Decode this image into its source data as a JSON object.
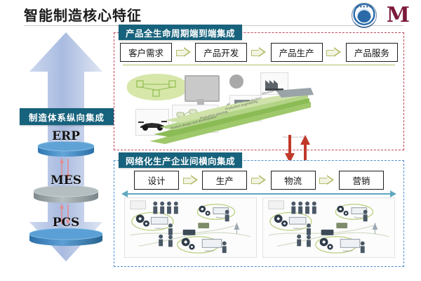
{
  "header": {
    "title": "智能制造核心特征",
    "logos": [
      {
        "name": "university-seal-logo",
        "text": "★★★★★"
      },
      {
        "name": "m-letter-logo",
        "text": "M"
      }
    ]
  },
  "vertical_integration": {
    "label": "制造体系纵向集成",
    "arrow_name": "double-headed-vertical-arrow",
    "layers": [
      {
        "label": "ERP",
        "color": "#4a90c4"
      },
      {
        "label": "MES",
        "color": "#9aa5a8"
      },
      {
        "label": "PCS",
        "color": "#3d86c0"
      }
    ]
  },
  "panels": [
    {
      "id": "lifecycle",
      "title": "产品全生命周期端到端集成",
      "border_color": "#c0465c",
      "steps": [
        "客户需求",
        "产品开发",
        "产品生产",
        "产品服务"
      ],
      "ramp_labels": [
        "Services",
        "Production",
        "Production engineering",
        "Production planning",
        "Product design and development"
      ],
      "credit": "Source: Siemens 2013"
    },
    {
      "id": "horizontal",
      "title": "网络化生产企业间横向集成",
      "border_color": "#4a8fd0",
      "steps": [
        "设计",
        "生产",
        "物流",
        "营销"
      ],
      "factory_labels": [
        "Factory 1",
        "Factory 2",
        "Factory 3"
      ],
      "arrow_name": "double-headed-horizontal-arrow"
    }
  ],
  "connectors": {
    "down_arrow_name": "red-down-connector-arrow",
    "up_arrow_name": "red-up-connector-arrow",
    "color": "#c0392b"
  },
  "colors": {
    "title_bar": "#17627c",
    "accent_olive": "#b7bd6e",
    "accent_teal": "#5fa8bf",
    "arrow_blue": "#b9c6e4"
  }
}
